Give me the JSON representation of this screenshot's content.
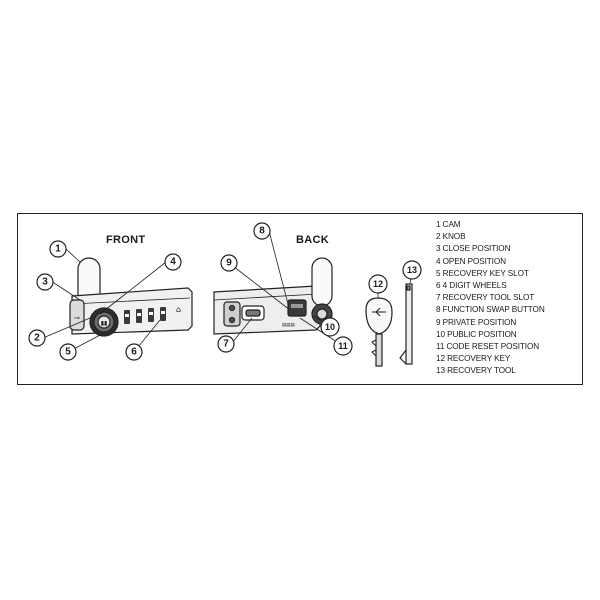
{
  "labels": {
    "front": "FRONT",
    "back": "BACK"
  },
  "callouts": [
    "1",
    "2",
    "3",
    "4",
    "5",
    "6",
    "7",
    "8",
    "9",
    "10",
    "11",
    "12",
    "13"
  ],
  "legend": [
    "1 CAM",
    "2 KNOB",
    "3 CLOSE POSITION",
    "4  OPEN POSITION",
    "5  RECOVERY KEY SLOT",
    "6 4 DIGIT WHEELS",
    "7 RECOVERY TOOL SLOT",
    "8 FUNCTION SWAP BUTTON",
    "9 PRIVATE POSITION",
    "10 PUBLIC POSITION",
    "11  CODE RESET POSITION",
    "12 RECOVERY KEY",
    "13 RECOVERY TOOL"
  ],
  "colors": {
    "line": "#222222",
    "fill_light": "#f2f2f2",
    "fill_mid": "#cfcfcf",
    "fill_dark": "#3a3a3a"
  }
}
